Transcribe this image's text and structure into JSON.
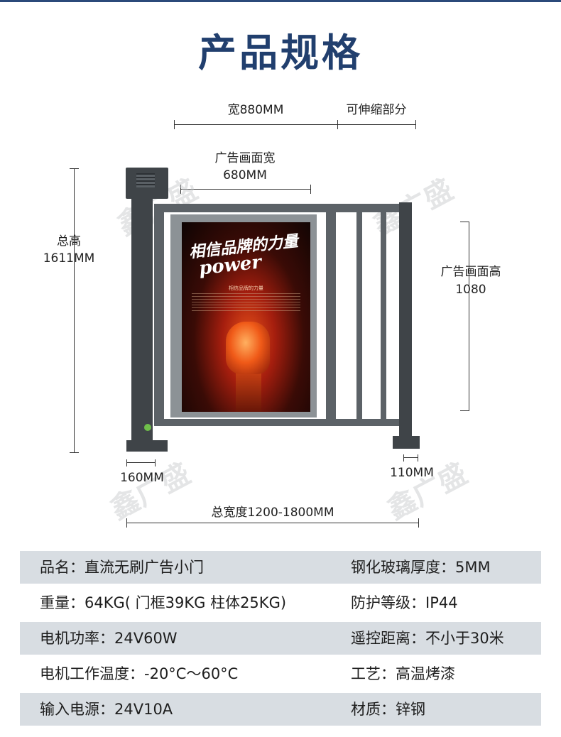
{
  "page": {
    "title": "产品规格"
  },
  "dimensions": {
    "width": "宽880MM",
    "extendable": "可伸缩部分",
    "ad_width_label": "广告画面宽",
    "ad_width_value": "680MM",
    "total_height_label": "总高",
    "total_height_value": "1611MM",
    "ad_height_label": "广告画面高",
    "ad_height_value": "1080",
    "left_post": "160MM",
    "right_post": "110MM",
    "total_width": "总宽度1200-1800MM"
  },
  "poster": {
    "headline": "相信品牌的力量",
    "word": "power",
    "subline": "相信品牌的力量"
  },
  "specs": [
    {
      "left": "品名：直流无刷广告小门",
      "right": "钢化玻璃厚度：5MM",
      "shaded": true
    },
    {
      "left": "重量：64KG( 门框39KG 柱体25KG)",
      "right": "防护等级：IP44",
      "shaded": false
    },
    {
      "left": "电机功率：24V60W",
      "right": "遥控距离：不小于30米",
      "shaded": true
    },
    {
      "left": "电机工作温度：-20°C～60°C",
      "right": "工艺：高温烤漆",
      "shaded": false
    },
    {
      "left": "输入电源：24V10A",
      "right": "材质：锌钢",
      "shaded": true
    }
  ],
  "watermark": "鑫广盛",
  "colors": {
    "title": "#213f6e",
    "row_shade": "#d8dde2",
    "frame": "#3f4448"
  }
}
